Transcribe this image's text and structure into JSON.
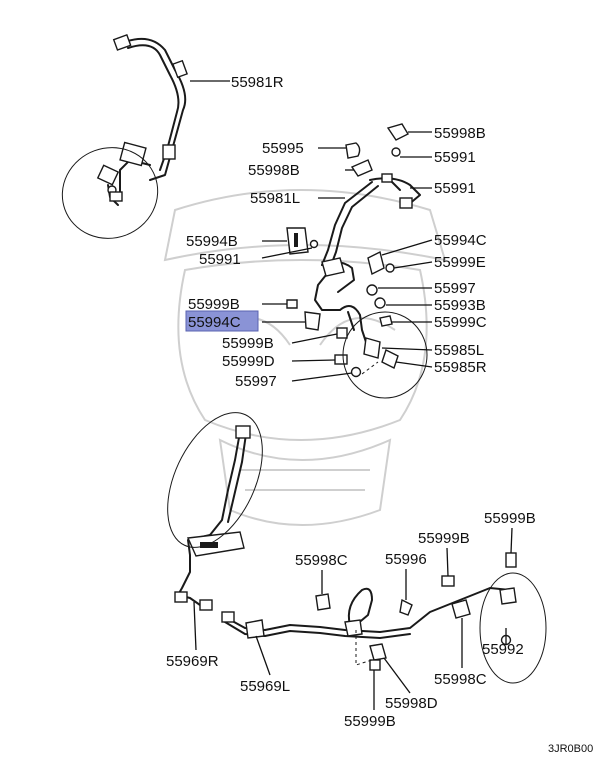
{
  "diagram": {
    "code": "3JR0B00",
    "highlight_color": "#8a93d6",
    "labels": {
      "l55981R": "55981R",
      "l55995": "55995",
      "l55998B_top": "55998B",
      "l55998B_right": "55998B",
      "l55991_r1": "55991",
      "l55981L": "55981L",
      "l55991_r2": "55991",
      "l55994B": "55994B",
      "l55991_left": "55991",
      "l55994C_right": "55994C",
      "l55999E": "55999E",
      "l55997_right": "55997",
      "l55993B": "55993B",
      "l55999B_left": "55999B",
      "l55999C": "55999C",
      "l55994C_hl": "55994C",
      "l55999B_left2": "55999B",
      "l55985L": "55985L",
      "l55999D": "55999D",
      "l55985R": "55985R",
      "l55997_left": "55997",
      "l55999B_br": "55999B",
      "l55999B_mid": "55999B",
      "l55998C_mid": "55998C",
      "l55996": "55996",
      "l55992": "55992",
      "l55969R": "55969R",
      "l55969L": "55969L",
      "l55998C_br": "55998C",
      "l55998D": "55998D",
      "l55999B_bot": "55999B"
    }
  }
}
